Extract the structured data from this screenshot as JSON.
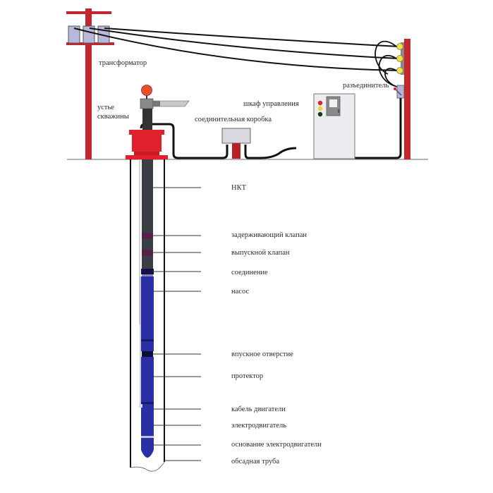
{
  "title": "Установка электроцентробежного насоса (УЭЦН)",
  "surface_labels": {
    "transformer": "трансформатор",
    "wellhead_line1": "устье",
    "wellhead_line2": "скважины",
    "junction_box": "соединительная коробка",
    "control_cabinet": "шкаф управления",
    "disconnector": "разъединитель"
  },
  "downhole_labels": [
    {
      "key": "tubing",
      "text": "НКТ"
    },
    {
      "key": "check_valve",
      "text": "задерживающий клапан"
    },
    {
      "key": "drain_valve",
      "text": "выпускной клапан"
    },
    {
      "key": "connection",
      "text": "соединение"
    },
    {
      "key": "pump",
      "text": "насос"
    },
    {
      "key": "intake",
      "text": "впускное отверстие"
    },
    {
      "key": "protector",
      "text": "протектор"
    },
    {
      "key": "motor_cable",
      "text": "кабель двигатели"
    },
    {
      "key": "motor",
      "text": "электродвигатель"
    },
    {
      "key": "motor_base",
      "text": "основание электродвигатели"
    },
    {
      "key": "casing",
      "text": "обсадная труба"
    }
  ],
  "colors": {
    "pole": "#c1272d",
    "cable": "#111111",
    "pump_blue": "#2a2fa6",
    "tubing": "#3a3d44",
    "valve": "#5a1f4a",
    "insulator": "#f1e23a",
    "lamp_red": "#d8232a",
    "lamp_yellow": "#e8d83a",
    "lamp_green": "#1b3a1b",
    "gauge": "#e8502a"
  }
}
